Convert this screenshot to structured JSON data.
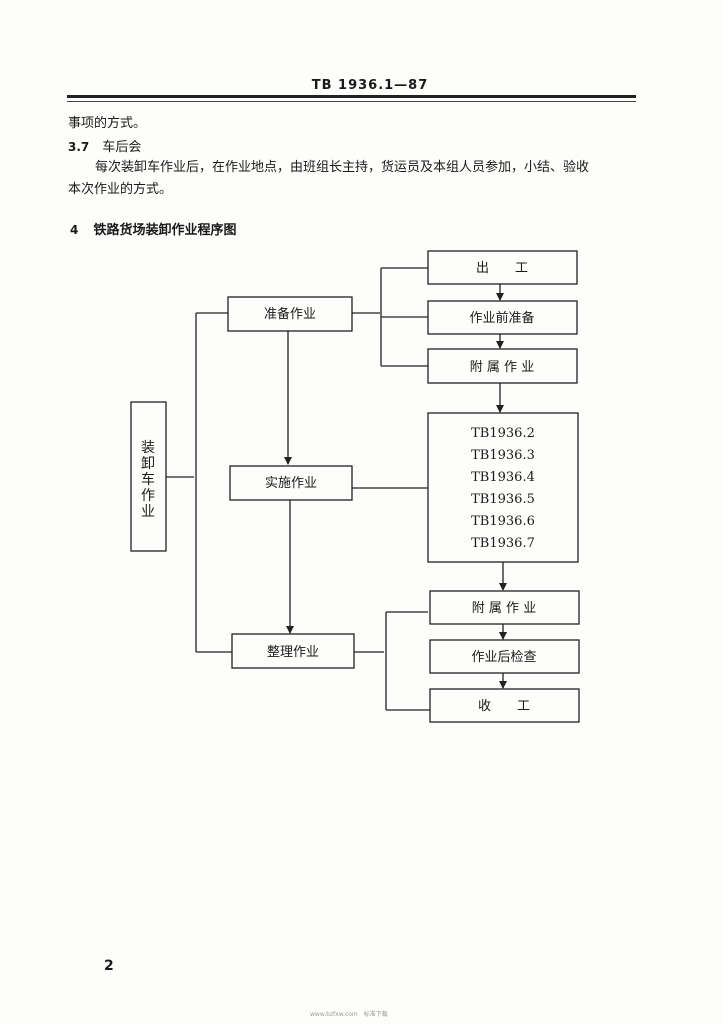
{
  "header": {
    "code": "TB 1936.1—87"
  },
  "paragraphs": {
    "cont": "事项的方式。",
    "s37_num": "3.7",
    "s37_title": "车后会",
    "s37_line1": "每次装卸车作业后，在作业地点，由班组长主持，货运员及本组人员参加，小结、验收",
    "s37_line2": "本次作业的方式。",
    "s4_num": "4",
    "s4_title": "铁路货场装卸作业程序图"
  },
  "flowchart": {
    "root": "装卸车作业",
    "stage_prepare": "准备作业",
    "stage_implement": "实施作业",
    "stage_finish": "整理作业",
    "step_start": "出　　工",
    "step_pre_prep": "作业前准备",
    "step_aux1": "附 属 作 业",
    "standards": [
      "TB1936.2",
      "TB1936.3",
      "TB1936.4",
      "TB1936.5",
      "TB1936.6",
      "TB1936.7"
    ],
    "step_aux2": "附 属 作 业",
    "step_post_check": "作业后检查",
    "step_end": "收　　工"
  },
  "page_number": "2",
  "footer": "www.bzfxw.com　标准下载"
}
